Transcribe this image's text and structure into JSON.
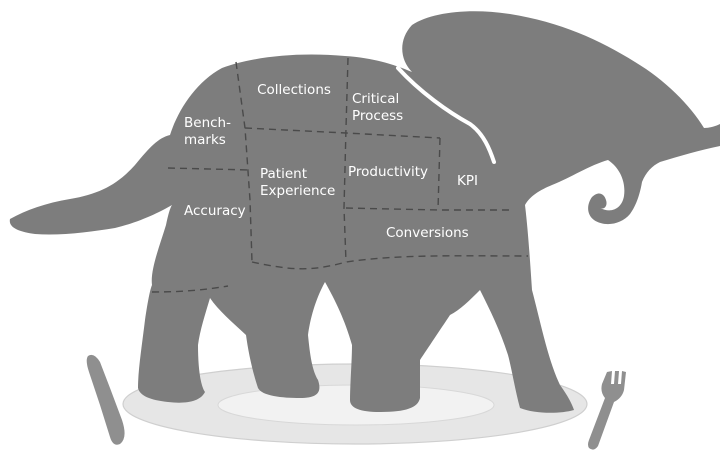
{
  "diagram": {
    "regions": {
      "collections": "Collections",
      "critical_process_line1": "Critical",
      "critical_process_line2": "Process",
      "benchmarks_line1": "Bench-",
      "benchmarks_line2": "marks",
      "patient_experience_line1": "Patient",
      "patient_experience_line2": "Experience",
      "productivity": "Productivity",
      "kpi": "KPI",
      "accuracy": "Accuracy",
      "conversions": "Conversions"
    },
    "colors": {
      "elephant": "#7d7d7d",
      "plate_rim": "#e6e6e6",
      "plate_center": "#f2f2f2",
      "cutlery": "#8f8f8f",
      "label_text": "#ffffff"
    }
  }
}
